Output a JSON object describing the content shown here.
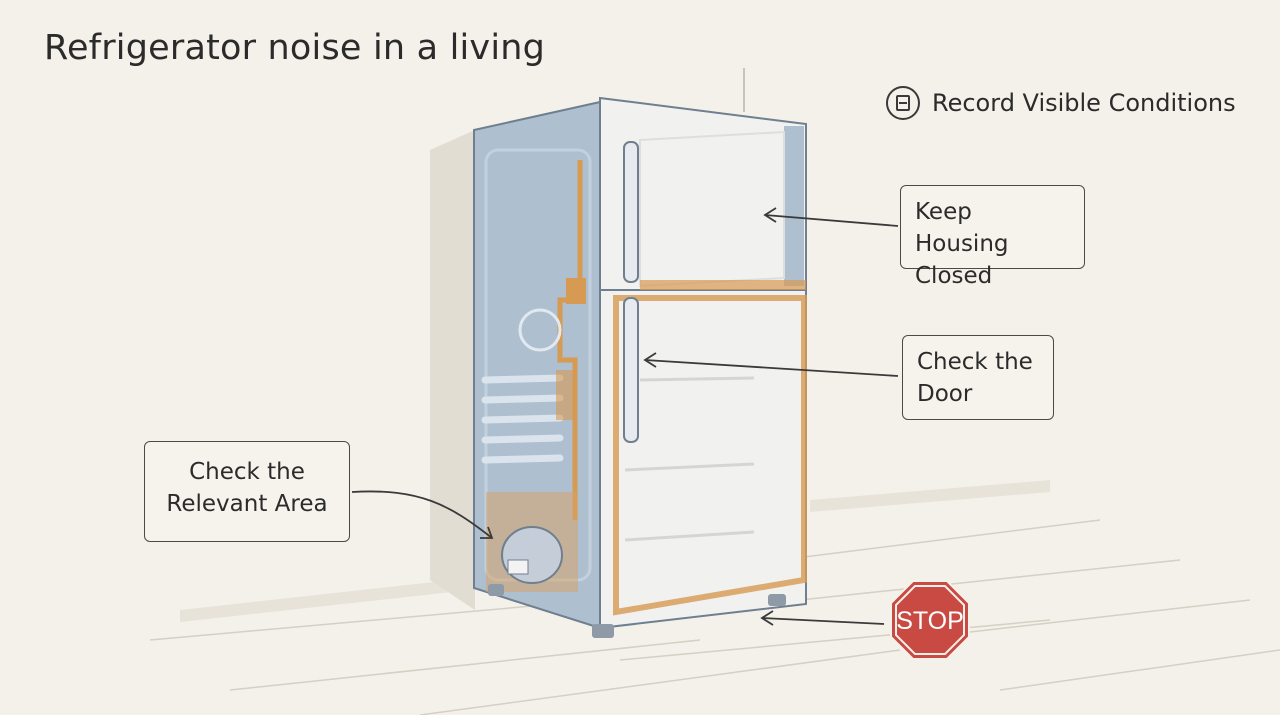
{
  "title": "Refrigerator noise in a living",
  "legend": {
    "icon": "record-clipboard-icon",
    "text": "Record Visible Conditions"
  },
  "callouts": {
    "housing": [
      "Keep Housing",
      "Closed"
    ],
    "door": [
      "Check the",
      "Door"
    ],
    "area": [
      "Check the",
      "Relevant Area"
    ]
  },
  "stop_sign": {
    "text": "STOP",
    "color": "#c94a42"
  },
  "colors": {
    "background": "#f4f1ea",
    "fridge_blue": "#aebfd0",
    "highlight_orange": "#d79a52"
  }
}
